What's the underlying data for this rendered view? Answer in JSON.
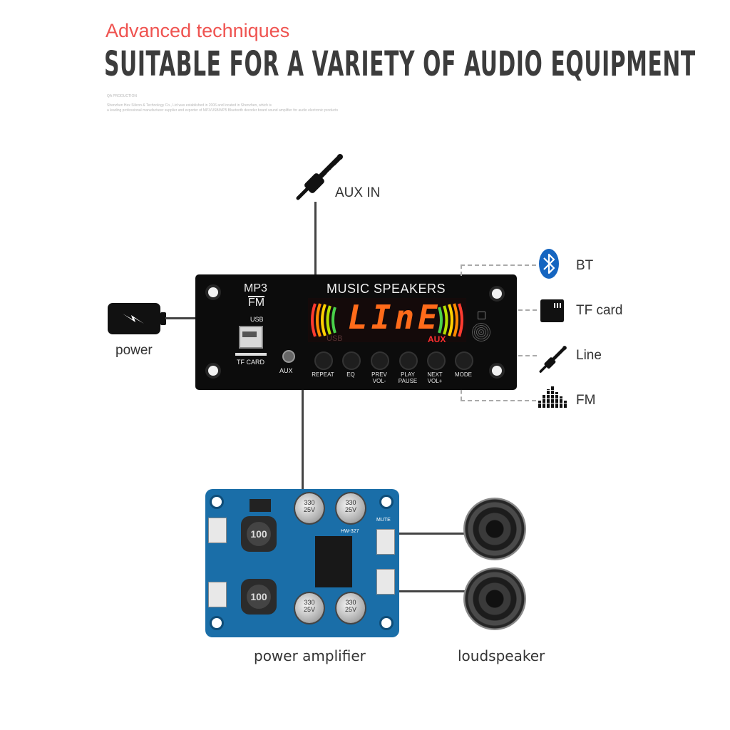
{
  "header": {
    "subtitle": "Advanced techniques",
    "headline": "SUITABLE FOR A VARIETY OF AUDIO EQUIPMENT",
    "fine_print_1": "QA PRODUCTION",
    "fine_print_2": "Shenzhen Hex Silicon & Technology Co., Ltd was established in 2006 and located in Shenzhen, which is",
    "fine_print_3": "a leading professional manufacturer supplier and exporter of MP3/USB/MP5 Bluetooth decoder board sound amplifier for audio electronic products"
  },
  "board": {
    "title": "MUSIC SPEAKERS",
    "mp3": "MP3",
    "fm": "FM",
    "usb": "USB",
    "tf_card": "TF CARD",
    "aux": "AUX",
    "display_text": "LInE",
    "display_usb": "USB",
    "display_aux": "AUX",
    "buttons": [
      "REPEAT",
      "EQ",
      "PREV\nVOL-",
      "PLAY\nPAUSE",
      "NEXT\nVOL+",
      "MODE"
    ]
  },
  "inputs": {
    "aux_in": "AUX IN",
    "power": "power"
  },
  "sources": {
    "bt": "BT",
    "tf": "TF card",
    "line": "Line",
    "fm": "FM"
  },
  "outputs": {
    "amplifier": "power amplifier",
    "loudspeaker": "loudspeaker"
  },
  "amplifier": {
    "cap_label": "330\n25V",
    "inductor_label": "100",
    "model": "HW-327",
    "mute": "MUTE"
  },
  "colors": {
    "accent": "#ef5350",
    "headline": "#3c3c3c",
    "display_orange": "#ff6b1a",
    "pcb_blue": "#1a6ea8",
    "bluetooth_blue": "#1565c0"
  }
}
